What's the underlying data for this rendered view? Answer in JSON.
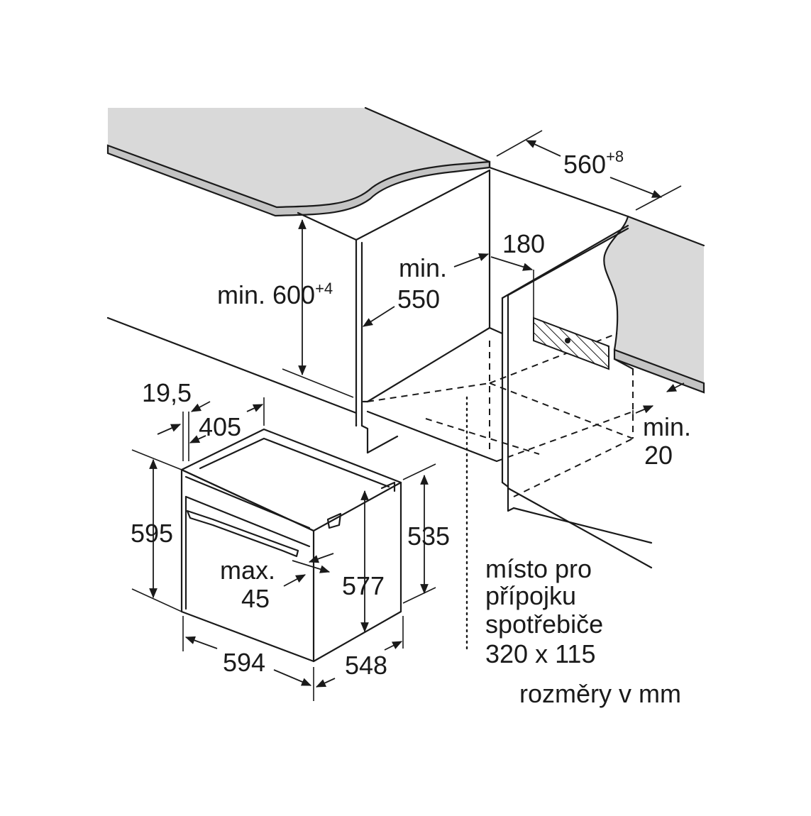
{
  "labels": {
    "niche_height": "min. 600",
    "niche_height_tol": "+4",
    "niche_width": "560",
    "niche_width_tol": "+8",
    "depth_min_line1": "min.",
    "depth_min_line2": "550",
    "rear_gap": "180",
    "side_gap_line1": "min.",
    "side_gap_line2": "20",
    "trim_depth": "19,5",
    "trim_width": "405",
    "front_height": "595",
    "body_height_1": "535",
    "body_height_2": "577",
    "handle_line1": "max.",
    "handle_line2": "45",
    "front_width": "594",
    "body_depth": "548",
    "connection_line1": "místo pro",
    "connection_line2": "přípojku",
    "connection_line3": "spotřebiče",
    "connection_line4": "320 x 115",
    "units_note": "rozměry v mm"
  },
  "colors": {
    "line": "#1a1a1a",
    "countertop": "#d9d9d9",
    "countertop_edge": "#c4c4c4",
    "background": "#ffffff"
  }
}
